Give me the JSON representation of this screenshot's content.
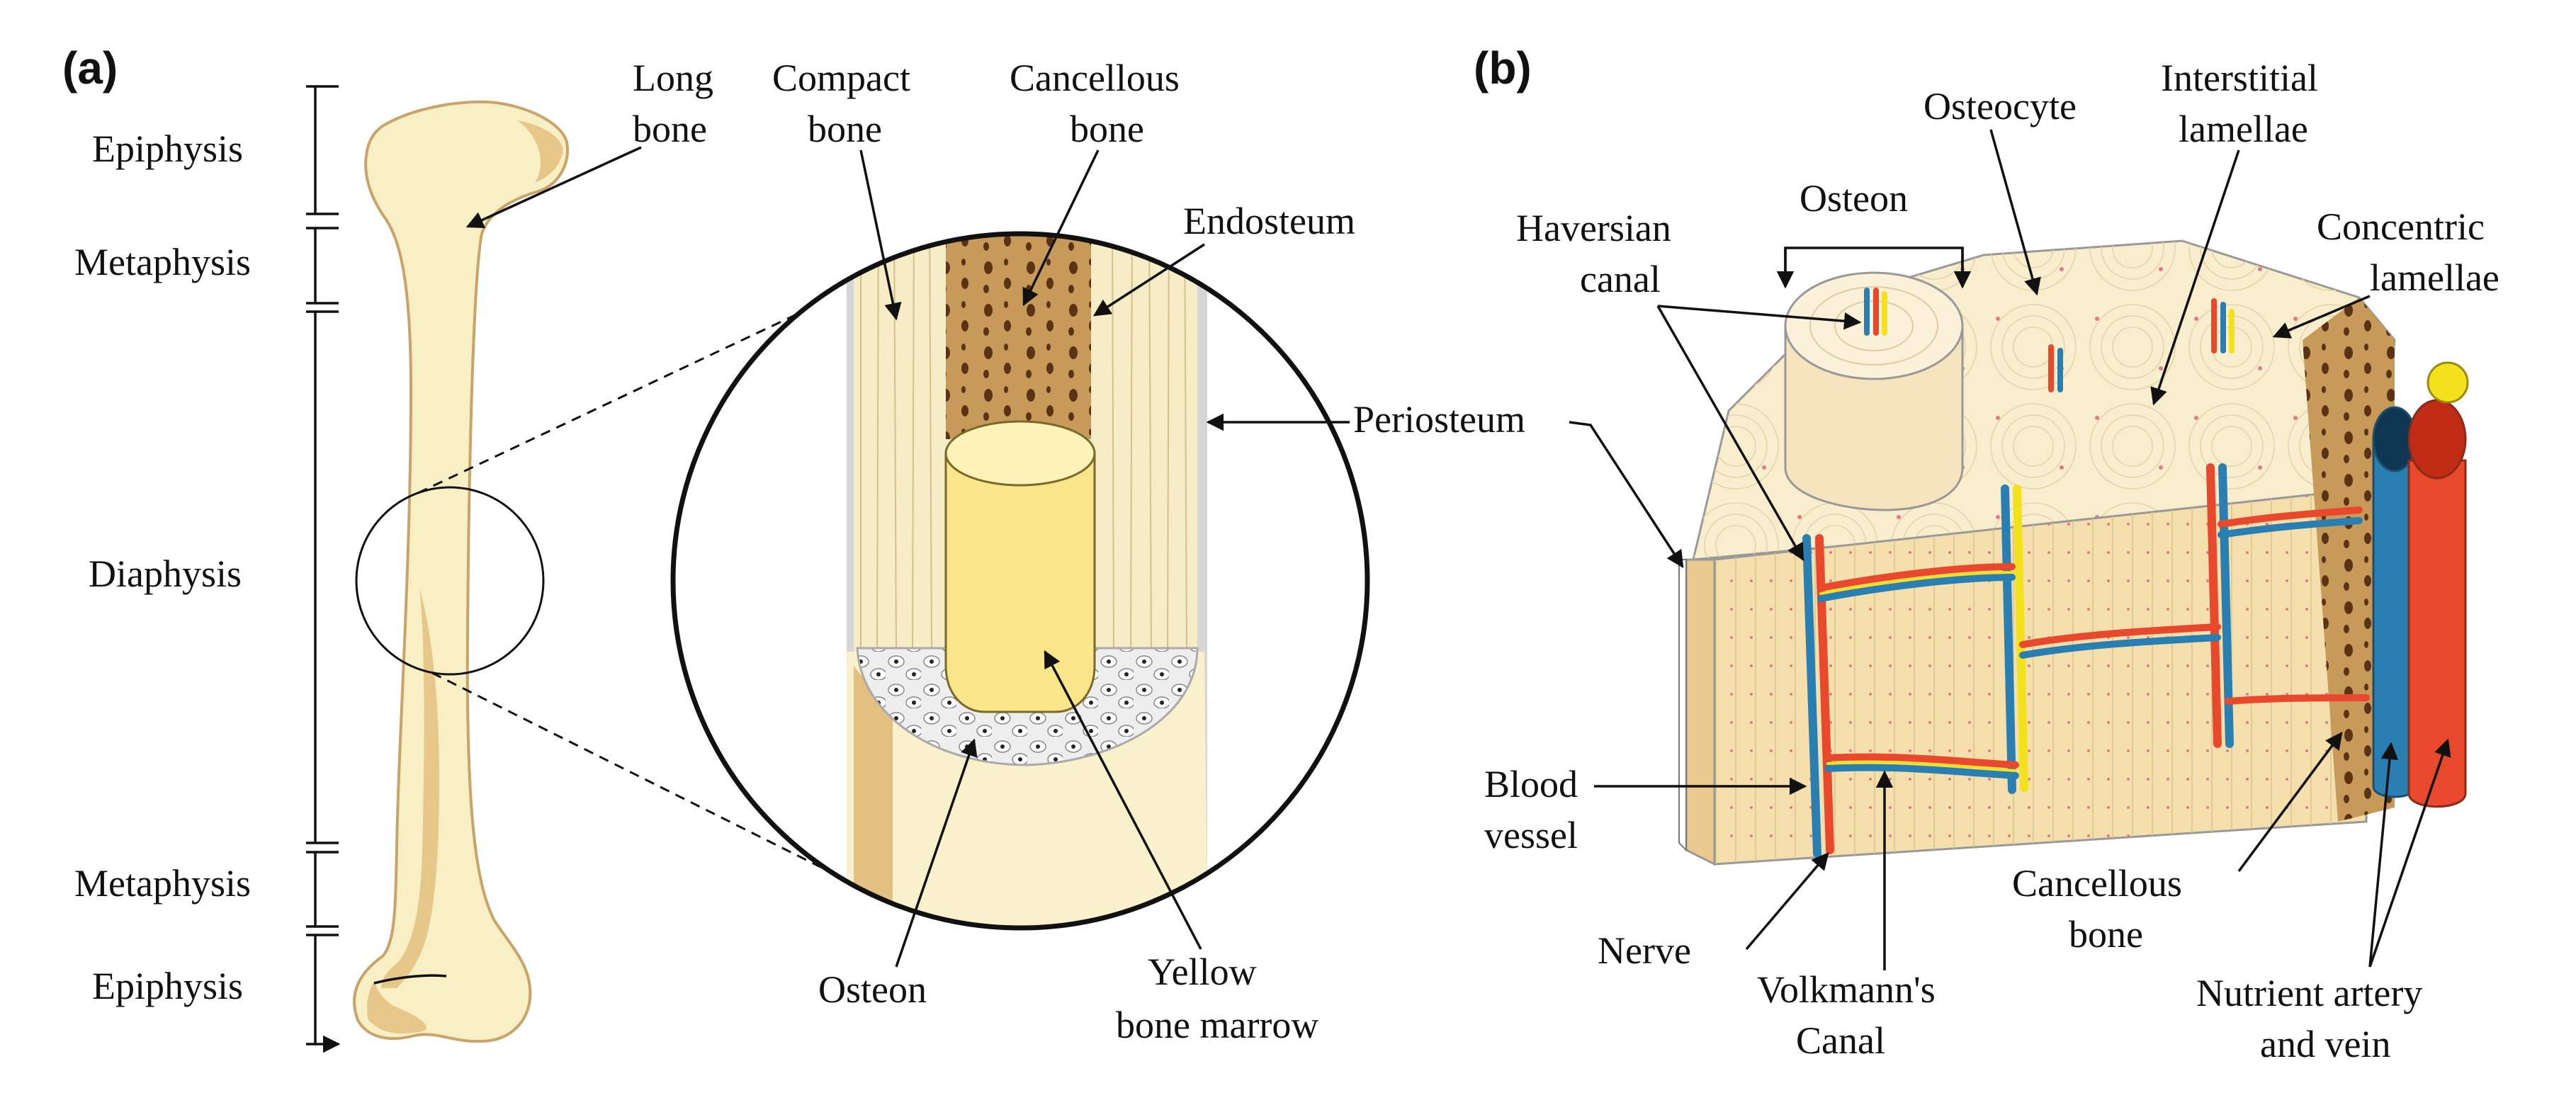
{
  "panel_a": {
    "letter": "(a)",
    "regions": {
      "epiphysis_top": "Epiphysis",
      "metaphysis_top": "Metaphysis",
      "diaphysis": "Diaphysis",
      "metaphysis_bottom": "Metaphysis",
      "epiphysis_bottom": "Epiphysis"
    },
    "long_bone": [
      "Long",
      "bone"
    ],
    "compact_bone": [
      "Compact",
      "bone"
    ],
    "cancellous_bone": [
      "Cancellous",
      "bone"
    ],
    "endosteum": "Endosteum",
    "periosteum": "Periosteum",
    "osteon": "Osteon",
    "yellow_marrow": [
      "Yellow",
      "bone marrow"
    ]
  },
  "panel_b": {
    "letter": "(b)",
    "osteocyte": "Osteocyte",
    "interstitial_lamellae": [
      "Interstitial",
      "lamellae"
    ],
    "osteon": "Osteon",
    "haversian_canal": [
      "Haversian",
      "canal"
    ],
    "concentric_lamellae": [
      "Concentric",
      "lamellae"
    ],
    "blood_vessel": [
      "Blood",
      "vessel"
    ],
    "nerve": "Nerve",
    "volkmanns_canal": [
      "Volkmann's",
      "Canal"
    ],
    "cancellous_bone": [
      "Cancellous",
      "bone"
    ],
    "nutrient_artery": [
      "Nutrient artery",
      "and vein"
    ]
  },
  "colors": {
    "bone_fill": "#f9efc4",
    "bone_shadow": "#e3c07f",
    "cancellous": "#c89a5a",
    "marrow": "#fbe58a",
    "artery": "#e8492c",
    "vein": "#2a7fb2",
    "nerve": "#f3e21b"
  }
}
